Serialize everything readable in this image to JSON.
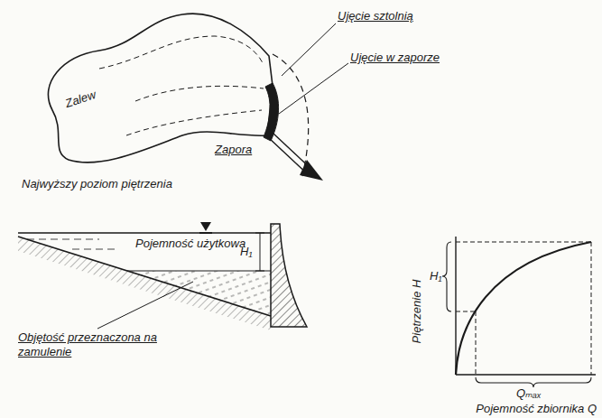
{
  "diagram": {
    "labels": [
      "Ujęcie sztolnią",
      "Ujęcie w zaporze",
      "Zalew",
      "Zapora",
      "Najwyższy poziom piętrzenia",
      "Pojemność użytkowa",
      "H₁",
      "Objętość przeznaczona na zamulenie",
      "Piętrzenie H",
      "H₁",
      "Qₘₐₓ",
      "Pojemność zbiornika Q"
    ]
  }
}
